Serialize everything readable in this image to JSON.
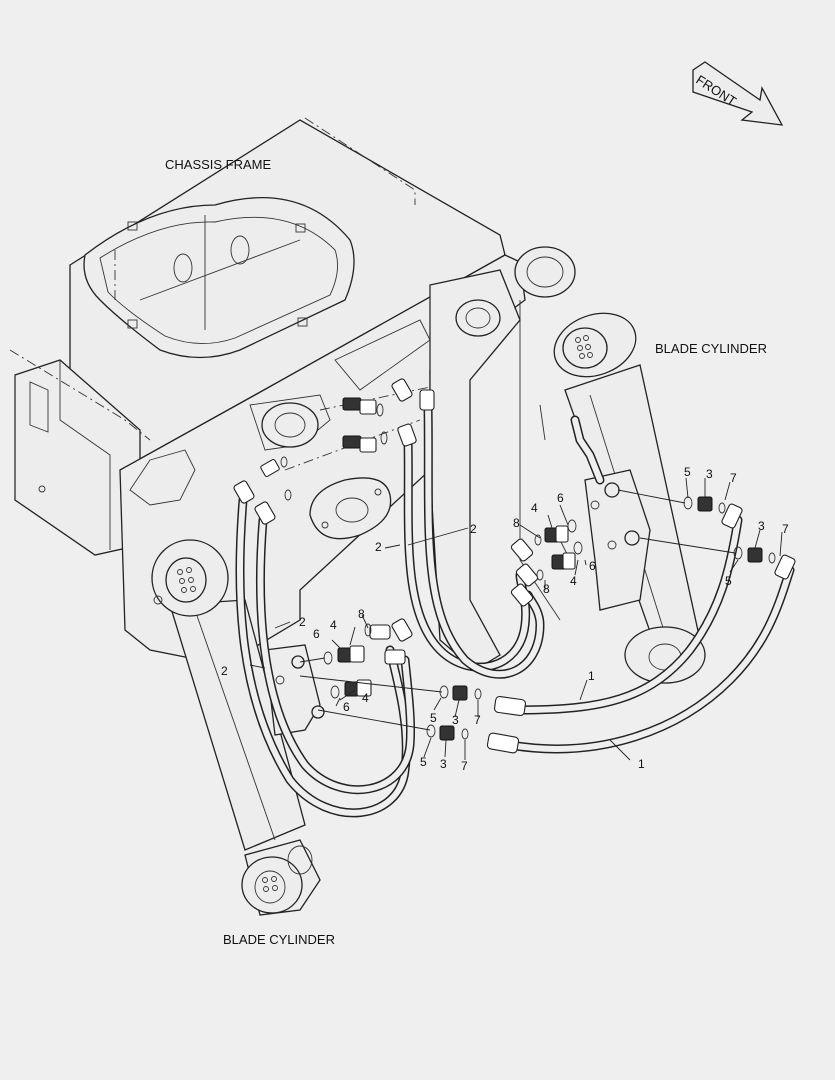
{
  "labels": {
    "chassis_frame": "CHASSIS FRAME",
    "blade_cylinder_right": "BLADE CYLINDER",
    "blade_cylinder_left": "BLADE CYLINDER",
    "front": "FRONT"
  },
  "callouts": [
    {
      "id": "c1",
      "text": "5"
    },
    {
      "id": "c2",
      "text": "3"
    },
    {
      "id": "c3",
      "text": "7"
    },
    {
      "id": "c4",
      "text": "3"
    },
    {
      "id": "c5",
      "text": "7"
    },
    {
      "id": "c6",
      "text": "5"
    },
    {
      "id": "c7",
      "text": "4"
    },
    {
      "id": "c8",
      "text": "6"
    },
    {
      "id": "c9",
      "text": "8"
    },
    {
      "id": "c10",
      "text": "2"
    },
    {
      "id": "c11",
      "text": "6"
    },
    {
      "id": "c12",
      "text": "4"
    },
    {
      "id": "c13",
      "text": "8"
    },
    {
      "id": "c14",
      "text": "2"
    },
    {
      "id": "c15",
      "text": "2"
    },
    {
      "id": "c16",
      "text": "6"
    },
    {
      "id": "c17",
      "text": "4"
    },
    {
      "id": "c18",
      "text": "8"
    },
    {
      "id": "c19",
      "text": "2"
    },
    {
      "id": "c20",
      "text": "4"
    },
    {
      "id": "c21",
      "text": "6"
    },
    {
      "id": "c22",
      "text": "5"
    },
    {
      "id": "c23",
      "text": "3"
    },
    {
      "id": "c24",
      "text": "7"
    },
    {
      "id": "c25",
      "text": "5"
    },
    {
      "id": "c26",
      "text": "3"
    },
    {
      "id": "c27",
      "text": "7"
    },
    {
      "id": "c28",
      "text": "1"
    },
    {
      "id": "c29",
      "text": "1"
    }
  ]
}
